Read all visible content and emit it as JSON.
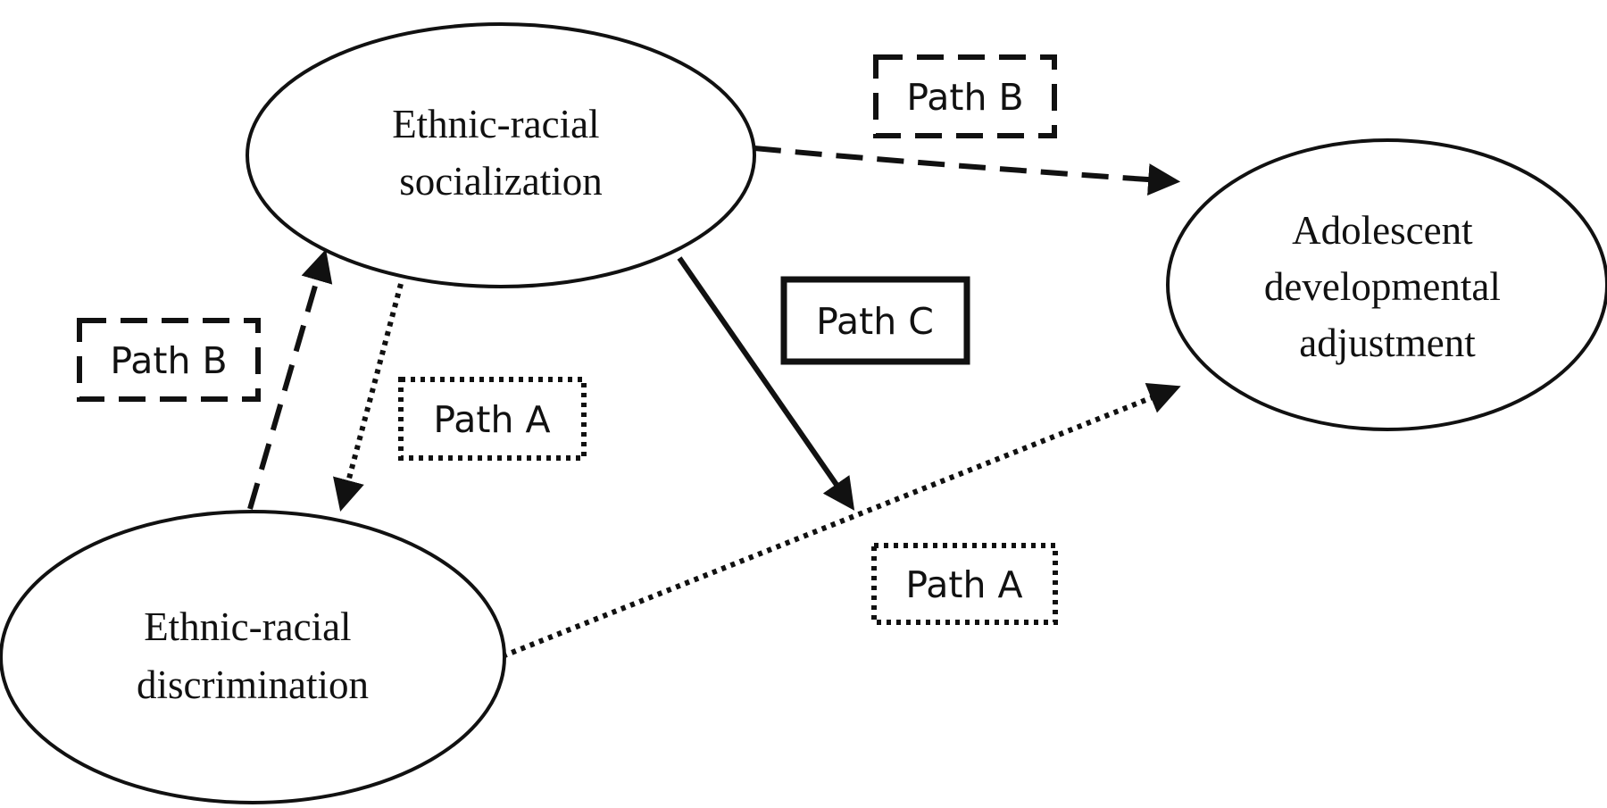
{
  "nodes": {
    "socialization": {
      "lines": [
        "Ethnic-racial",
        "socialization"
      ]
    },
    "discrimination": {
      "lines": [
        "Ethnic-racial",
        "discrimination"
      ]
    },
    "adjustment": {
      "lines": [
        "Adolescent",
        "developmental",
        "adjustment"
      ]
    }
  },
  "paths": {
    "path_a_left": {
      "label": "Path A",
      "style": "dotted"
    },
    "path_a_right": {
      "label": "Path A",
      "style": "dotted"
    },
    "path_b_left": {
      "label": "Path B",
      "style": "dashed"
    },
    "path_b_top": {
      "label": "Path B",
      "style": "dashed"
    },
    "path_c": {
      "label": "Path C",
      "style": "solid"
    }
  },
  "colors": {
    "stroke": "#111111",
    "background": "#ffffff"
  }
}
